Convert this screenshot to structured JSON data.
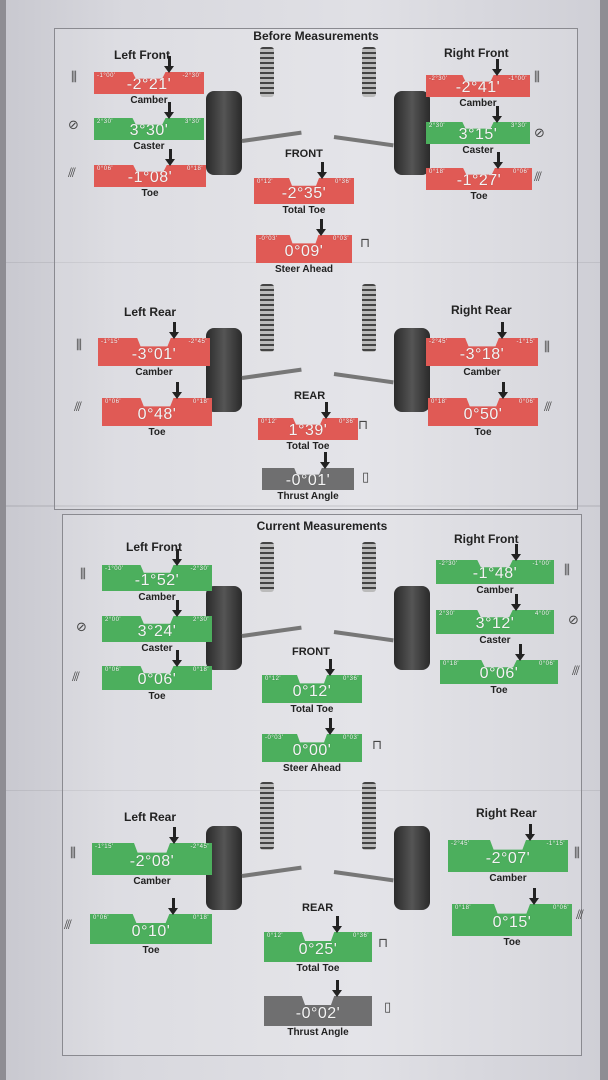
{
  "document": {
    "sections": [
      {
        "id": "before",
        "title": "Before Measurements",
        "front_label": "FRONT",
        "rear_label": "REAR",
        "front_headers": {
          "left": "Left Front",
          "right": "Right Front"
        },
        "rear_headers": {
          "left": "Left Rear",
          "right": "Right Rear"
        },
        "gauges": {
          "lf_camber": {
            "value": "-2°21'",
            "label": "Camber",
            "min": "-1°00'",
            "max": "-2°30'",
            "status": "red"
          },
          "lf_caster": {
            "value": "3°30'",
            "label": "Caster",
            "min": "2°30'",
            "max": "3°30'",
            "status": "green"
          },
          "lf_toe": {
            "value": "-1°08'",
            "label": "Toe",
            "min": "0°06'",
            "max": "0°18'",
            "status": "red"
          },
          "rf_camber": {
            "value": "-2°41'",
            "label": "Camber",
            "min": "-2°30'",
            "max": "-1°00'",
            "status": "red"
          },
          "rf_caster": {
            "value": "3°15'",
            "label": "Caster",
            "min": "2°30'",
            "max": "3°30'",
            "status": "green"
          },
          "rf_toe": {
            "value": "-1°27'",
            "label": "Toe",
            "min": "0°18'",
            "max": "0°06'",
            "status": "red"
          },
          "total_toe": {
            "value": "-2°35'",
            "label": "Total Toe",
            "min": "0°12'",
            "max": "0°36'",
            "status": "red"
          },
          "steer_ahead": {
            "value": "0°09'",
            "label": "Steer Ahead",
            "min": "-0°03'",
            "max": "0°03'",
            "status": "red"
          },
          "lr_camber": {
            "value": "-3°01'",
            "label": "Camber",
            "min": "-1°15'",
            "max": "-2°45'",
            "status": "red"
          },
          "lr_toe": {
            "value": "0°48'",
            "label": "Toe",
            "min": "0°06'",
            "max": "0°18'",
            "status": "red"
          },
          "rr_camber": {
            "value": "-3°18'",
            "label": "Camber",
            "min": "-2°45'",
            "max": "-1°15'",
            "status": "red"
          },
          "rr_toe": {
            "value": "0°50'",
            "label": "Toe",
            "min": "0°18'",
            "max": "0°06'",
            "status": "red"
          },
          "rear_total_toe": {
            "value": "1°39'",
            "label": "Total Toe",
            "min": "0°12'",
            "max": "0°36'",
            "status": "red"
          },
          "thrust_angle": {
            "value": "-0°01'",
            "label": "Thrust Angle",
            "min": "",
            "max": "",
            "status": "gray"
          }
        }
      },
      {
        "id": "current",
        "title": "Current Measurements",
        "front_label": "FRONT",
        "rear_label": "REAR",
        "front_headers": {
          "left": "Left Front",
          "right": "Right Front"
        },
        "rear_headers": {
          "left": "Left Rear",
          "right": "Right Rear"
        },
        "gauges": {
          "lf_camber": {
            "value": "-1°52'",
            "label": "Camber",
            "min": "-1°00'",
            "max": "-2°30'",
            "status": "green"
          },
          "lf_caster": {
            "value": "3°24'",
            "label": "Caster",
            "min": "2°00'",
            "max": "2°30'",
            "status": "green"
          },
          "lf_toe": {
            "value": "0°06'",
            "label": "Toe",
            "min": "0°06'",
            "max": "0°18'",
            "status": "green"
          },
          "rf_camber": {
            "value": "-1°48'",
            "label": "Camber",
            "min": "-2°30'",
            "max": "-1°00'",
            "status": "green"
          },
          "rf_caster": {
            "value": "3°12'",
            "label": "Caster",
            "min": "2°30'",
            "max": "4°00'",
            "status": "green"
          },
          "rf_toe": {
            "value": "0°06'",
            "label": "Toe",
            "min": "0°18'",
            "max": "0°06'",
            "status": "green"
          },
          "total_toe": {
            "value": "0°12'",
            "label": "Total Toe",
            "min": "0°12'",
            "max": "0°36'",
            "status": "green"
          },
          "steer_ahead": {
            "value": "0°00'",
            "label": "Steer Ahead",
            "min": "-0°03'",
            "max": "0°03'",
            "status": "green"
          },
          "lr_camber": {
            "value": "-2°08'",
            "label": "Camber",
            "min": "-1°15'",
            "max": "-2°45'",
            "status": "green"
          },
          "lr_toe": {
            "value": "0°10'",
            "label": "Toe",
            "min": "0°06'",
            "max": "0°18'",
            "status": "green"
          },
          "rr_camber": {
            "value": "-2°07'",
            "label": "Camber",
            "min": "-2°45'",
            "max": "-1°15'",
            "status": "green"
          },
          "rr_toe": {
            "value": "0°15'",
            "label": "Toe",
            "min": "0°18'",
            "max": "0°06'",
            "status": "green"
          },
          "rear_total_toe": {
            "value": "0°25'",
            "label": "Total Toe",
            "min": "0°12'",
            "max": "0°36'",
            "status": "green"
          },
          "thrust_angle": {
            "value": "-0°02'",
            "label": "Thrust Angle",
            "min": "",
            "max": "",
            "status": "gray"
          }
        }
      }
    ]
  },
  "colors": {
    "red": "#e05a55",
    "green": "#4caf5d",
    "gray": "#6f6f70",
    "paper": "#dcdce2"
  }
}
